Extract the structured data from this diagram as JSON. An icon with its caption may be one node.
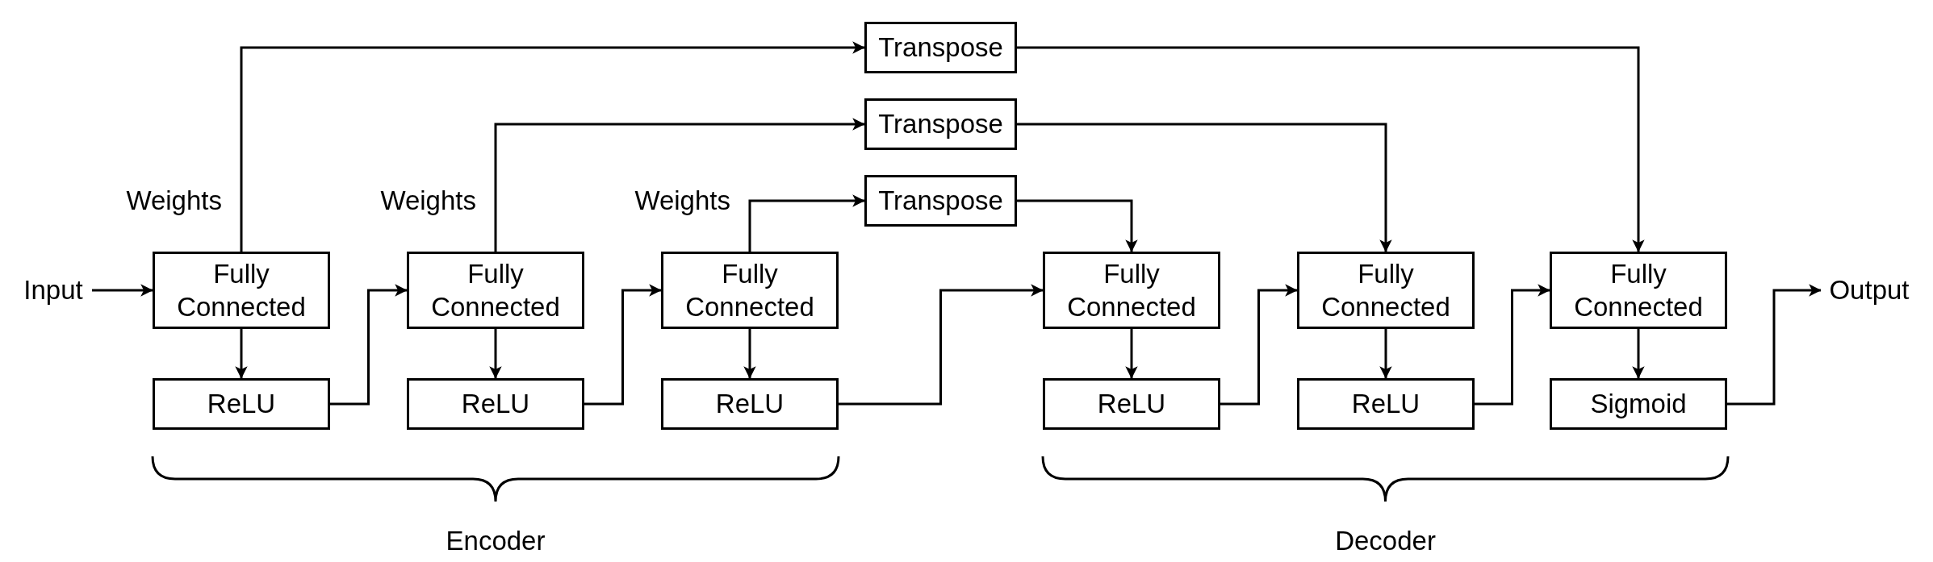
{
  "diagram": {
    "nodes": [
      {
        "text": [
          "Transpose"
        ]
      },
      {
        "text": [
          "Transpose"
        ]
      },
      {
        "text": [
          "Transpose"
        ]
      },
      {
        "text": [
          "Input"
        ]
      },
      {
        "text": [
          "Fully Connected"
        ]
      },
      {
        "text": [
          "Fully Connected"
        ]
      },
      {
        "text": [
          "Fully Connected"
        ]
      },
      {
        "text": [
          "Fully Connected"
        ]
      },
      {
        "text": [
          "Fully Connected"
        ]
      },
      {
        "text": [
          "Fully Connected"
        ]
      },
      {
        "text": [
          "Output"
        ]
      },
      {
        "text": [
          "ReLU"
        ]
      },
      {
        "text": [
          "ReLU"
        ]
      },
      {
        "text": [
          "ReLU"
        ]
      },
      {
        "text": [
          "ReLU"
        ]
      },
      {
        "text": [
          "ReLU"
        ]
      },
      {
        "text": [
          "Sigmoid"
        ]
      }
    ],
    "edges": [
      {
        "from": 3,
        "to": 4,
        "arrow": "to"
      },
      {
        "from": 4,
        "to": 11,
        "arrow": "to"
      },
      {
        "from": 11,
        "to": 5,
        "arrow": "to"
      },
      {
        "from": 5,
        "to": 12,
        "arrow": "to"
      },
      {
        "from": 12,
        "to": 6,
        "arrow": "to"
      },
      {
        "from": 6,
        "to": 13,
        "arrow": "to"
      },
      {
        "from": 13,
        "to": 7,
        "arrow": "to"
      },
      {
        "from": 7,
        "to": 14,
        "arrow": "to"
      },
      {
        "from": 14,
        "to": 8,
        "arrow": "to"
      },
      {
        "from": 8,
        "to": 15,
        "arrow": "to"
      },
      {
        "from": 15,
        "to": 9,
        "arrow": "to"
      },
      {
        "from": 9,
        "to": 16,
        "arrow": "to"
      },
      {
        "from": 16,
        "to": 10,
        "arrow": "to"
      },
      {
        "from": 4,
        "to": 0,
        "arrow": "to",
        "label": "Weights"
      },
      {
        "from": 5,
        "to": 1,
        "arrow": "to",
        "label": "Weights"
      },
      {
        "from": 6,
        "to": 2,
        "arrow": "to",
        "label": "Weights"
      },
      {
        "from": 0,
        "to": 9,
        "arrow": "to"
      },
      {
        "from": 1,
        "to": 8,
        "arrow": "to"
      },
      {
        "from": 2,
        "to": 7,
        "arrow": "to"
      }
    ],
    "labels": [
      "Encoder",
      "Decoder"
    ]
  }
}
